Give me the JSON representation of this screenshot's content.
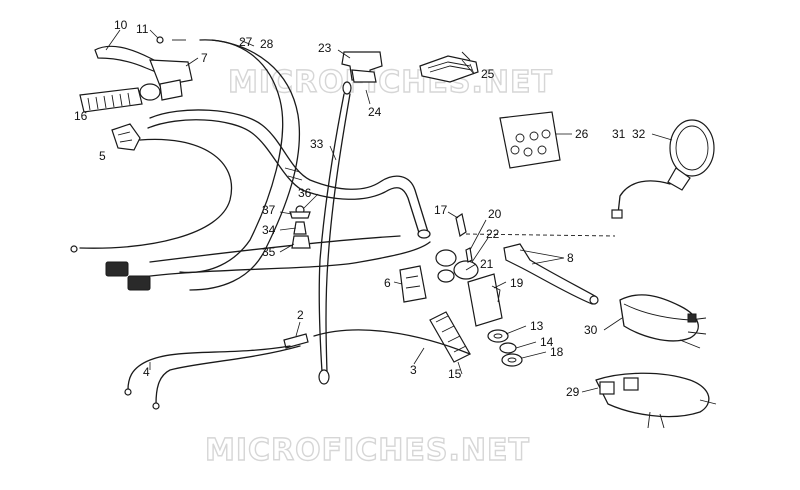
{
  "watermark": {
    "text_top": "MICROFICHES.NET",
    "text_bottom": "MICROFICHES.NET"
  },
  "callouts": [
    {
      "id": "c10",
      "text": "10"
    },
    {
      "id": "c11",
      "text": "11"
    },
    {
      "id": "c7",
      "text": "7"
    },
    {
      "id": "c27",
      "text": "27"
    },
    {
      "id": "c28",
      "text": "28"
    },
    {
      "id": "c23",
      "text": "23"
    },
    {
      "id": "c25",
      "text": "25"
    },
    {
      "id": "c24",
      "text": "24"
    },
    {
      "id": "c16",
      "text": "16"
    },
    {
      "id": "c5",
      "text": "5"
    },
    {
      "id": "c33",
      "text": "33"
    },
    {
      "id": "c26",
      "text": "26"
    },
    {
      "id": "c31",
      "text": "31"
    },
    {
      "id": "c32",
      "text": "32"
    },
    {
      "id": "c36",
      "text": "36"
    },
    {
      "id": "c37",
      "text": "37"
    },
    {
      "id": "c34",
      "text": "34"
    },
    {
      "id": "c35",
      "text": "35"
    },
    {
      "id": "c17",
      "text": "17"
    },
    {
      "id": "c20",
      "text": "20"
    },
    {
      "id": "c22",
      "text": "22"
    },
    {
      "id": "c21",
      "text": "21"
    },
    {
      "id": "c8",
      "text": "8"
    },
    {
      "id": "c6",
      "text": "6"
    },
    {
      "id": "c19",
      "text": "19"
    },
    {
      "id": "c2",
      "text": "2"
    },
    {
      "id": "c13",
      "text": "13"
    },
    {
      "id": "c14",
      "text": "14"
    },
    {
      "id": "c18",
      "text": "18"
    },
    {
      "id": "c30",
      "text": "30"
    },
    {
      "id": "c4",
      "text": "4"
    },
    {
      "id": "c3",
      "text": "3"
    },
    {
      "id": "c15",
      "text": "15"
    },
    {
      "id": "c29",
      "text": "29"
    }
  ]
}
